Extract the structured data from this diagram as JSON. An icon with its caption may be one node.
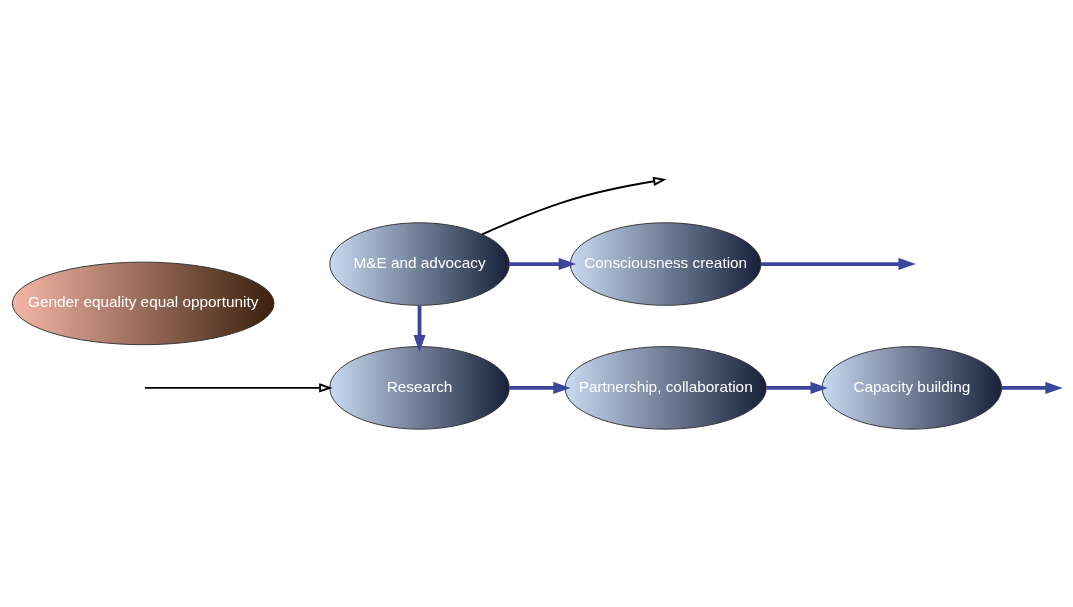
{
  "diagram": {
    "nodes": [
      {
        "text": [
          "Research"
        ]
      },
      {
        "text": [
          "Partnership, collaboration"
        ]
      },
      {
        "text": [
          "Capacity building"
        ]
      },
      {
        "text": [
          "Gender equality equal opportunity"
        ]
      },
      {
        "text": [
          "M&E and advocacy"
        ]
      },
      {
        "text": [
          "Consciousness creation"
        ]
      }
    ],
    "edges": [
      {
        "from": null,
        "to": 0,
        "arrow": "to",
        "color": "#000000"
      },
      {
        "from": 0,
        "to": 1,
        "arrow": "to"
      },
      {
        "from": 1,
        "to": 2,
        "arrow": "to"
      },
      {
        "from": 2,
        "to": null,
        "arrow": "to"
      },
      {
        "from": 4,
        "to": 0,
        "arrow": "to"
      },
      {
        "from": 4,
        "to": null,
        "arrow": "to",
        "color": "#000000"
      },
      {
        "from": 4,
        "to": 5,
        "arrow": "to"
      },
      {
        "from": 5,
        "to": null,
        "arrow": "to"
      }
    ]
  }
}
